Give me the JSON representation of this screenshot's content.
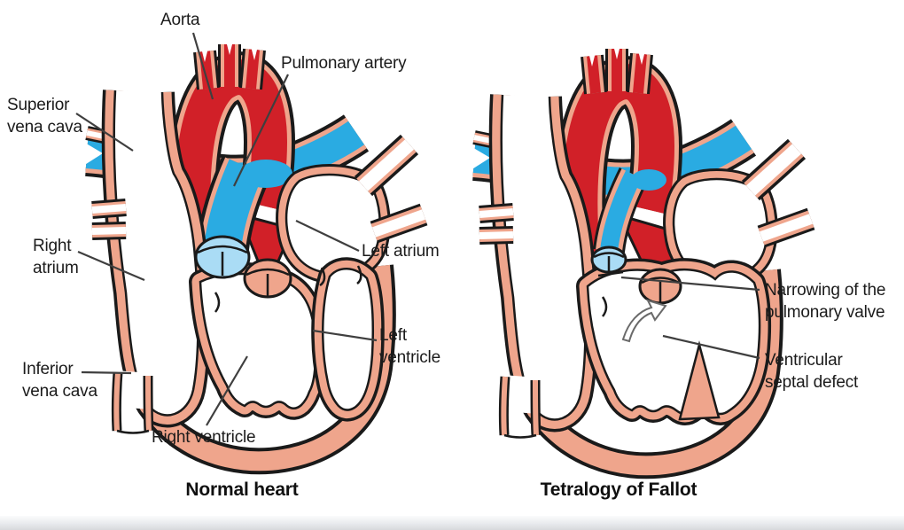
{
  "figure": {
    "type": "anatomical-comparison-diagram",
    "panels": {
      "normal": {
        "caption": "Normal heart",
        "labels": {
          "aorta": "Aorta",
          "pulmonary_artery": "Pulmonary artery",
          "superior_vena_cava": "Superior\nvena cava",
          "right_atrium": "Right\natrium",
          "left_atrium": "Left atrium",
          "inferior_vena_cava": "Inferior\nvena cava",
          "left_ventricle": "Left\nventricle",
          "right_ventricle": "Right ventricle"
        }
      },
      "fallot": {
        "caption": "Tetralogy of Fallot",
        "labels": {
          "narrowing_pulmonary_valve": "Narrowing of the\npulmonary valve",
          "ventricular_septal_defect": "Ventricular\nseptal defect"
        }
      }
    },
    "colors": {
      "oxygenated_red": "#d12028",
      "deoxygenated_blue": "#2aabe2",
      "tissue_salmon": "#efa58c",
      "valve_light_blue": "#aadcf5",
      "outline_black": "#1a1a1a",
      "leader_line_gray": "#3f3f3f",
      "footer_bar_gray": "#d7d9dc"
    }
  }
}
